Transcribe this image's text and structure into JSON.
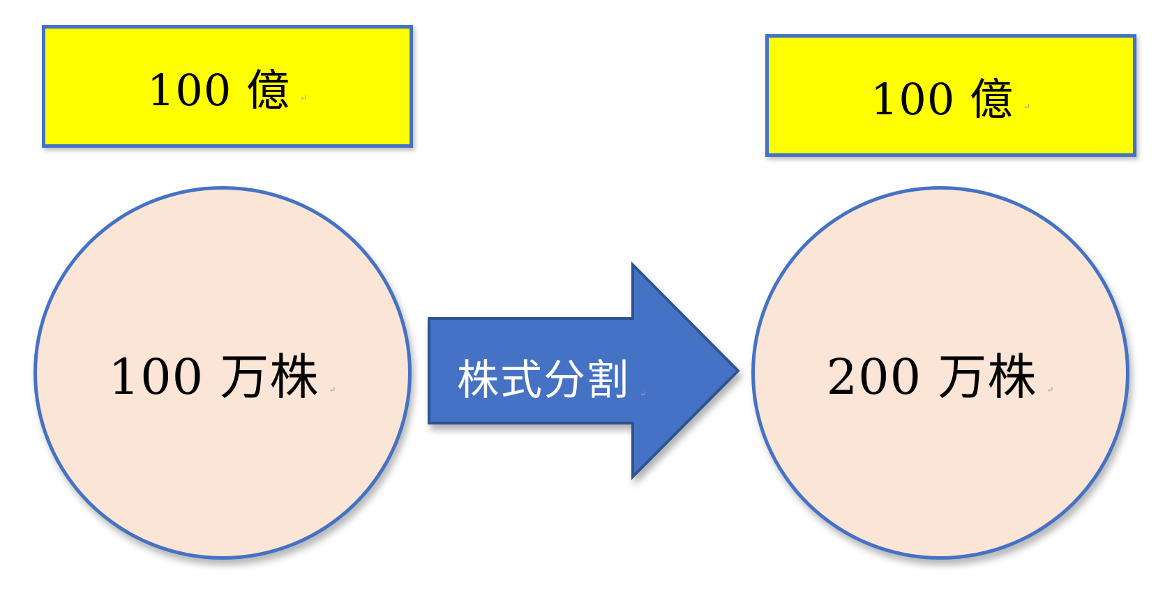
{
  "colors": {
    "box_fill": "#FFFF00",
    "outline": "#4472C4",
    "circle_fill": "#FBE5D6",
    "arrow_fill": "#4472C4",
    "arrow_text": "#FFFFFF"
  },
  "before": {
    "value_label": "100 億",
    "shares_label": "100 万株"
  },
  "arrow": {
    "label": "株式分割"
  },
  "after": {
    "value_label": "100 億",
    "shares_label": "200 万株"
  },
  "paragraph_mark": "↵"
}
